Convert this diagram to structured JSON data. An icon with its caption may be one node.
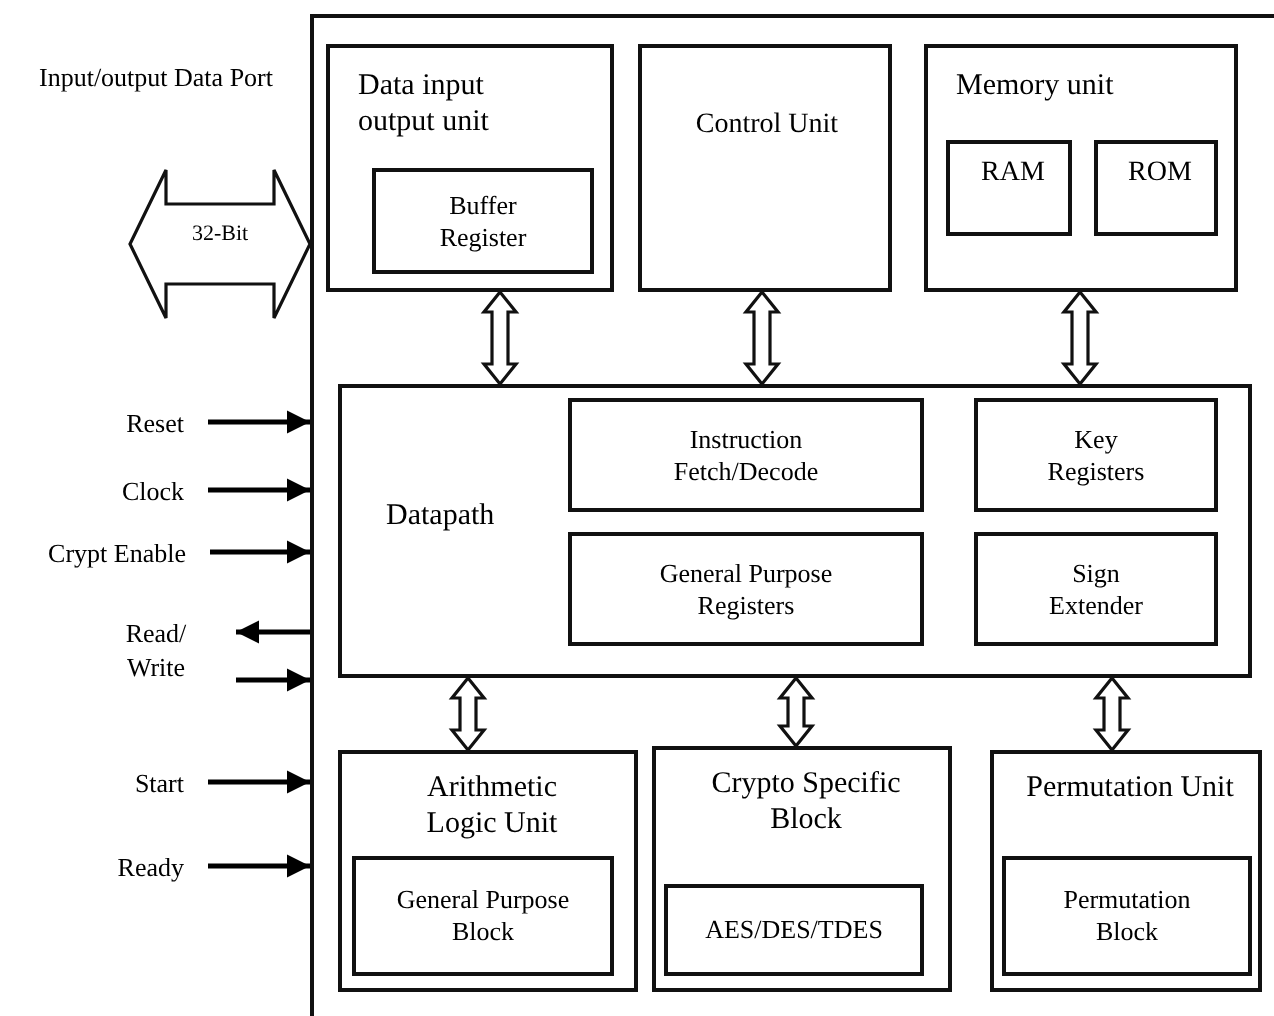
{
  "diagram": {
    "nodes": [
      {
        "text": [],
        "shape": "box"
      },
      {
        "text": [
          "Data input output unit"
        ],
        "in": 0
      },
      {
        "text": [
          "Buffer Register"
        ],
        "in": 1
      },
      {
        "text": [
          "Control Unit"
        ],
        "in": 0
      },
      {
        "text": [
          "Memory unit"
        ],
        "in": 0
      },
      {
        "text": [
          "RAM"
        ],
        "in": 4
      },
      {
        "text": [
          "ROM"
        ],
        "in": 4
      },
      {
        "text": [
          "Datapath"
        ],
        "in": 0
      },
      {
        "text": [
          "Instruction Fetch/Decode"
        ],
        "in": 7
      },
      {
        "text": [
          "Key Registers"
        ],
        "in": 7
      },
      {
        "text": [
          "General Purpose Registers"
        ],
        "in": 7
      },
      {
        "text": [
          "Sign Extender"
        ],
        "in": 7
      },
      {
        "text": [
          "Arithmetic Logic Unit"
        ],
        "in": 0
      },
      {
        "text": [
          "General Purpose Block"
        ],
        "in": 12
      },
      {
        "text": [
          "Crypto Specific Block"
        ],
        "in": 0
      },
      {
        "text": [
          "AES/DES/TDES"
        ],
        "in": 14
      },
      {
        "text": [
          "Permutation Unit"
        ],
        "in": 0
      },
      {
        "text": [
          "Permutation Block"
        ],
        "in": 16
      },
      {
        "text": [
          "Reset"
        ]
      },
      {
        "text": [
          "Clock"
        ]
      },
      {
        "text": [
          "Crypt Enable"
        ]
      },
      {
        "text": [
          "Read/ Write"
        ]
      },
      {
        "text": [
          "Start"
        ]
      },
      {
        "text": [
          "Ready"
        ]
      }
    ],
    "edges": [
      {
        "from": null,
        "to": 0,
        "arrow": "both",
        "label": "32-Bit",
        "style": "thick"
      },
      {
        "from": 1,
        "to": 7,
        "arrow": "both",
        "style": "thick"
      },
      {
        "from": 3,
        "to": 7,
        "arrow": "both",
        "style": "thick"
      },
      {
        "from": 4,
        "to": 7,
        "arrow": "both",
        "style": "thick"
      },
      {
        "from": 7,
        "to": 12,
        "arrow": "both",
        "style": "thick"
      },
      {
        "from": 7,
        "to": 14,
        "arrow": "both",
        "style": "thick"
      },
      {
        "from": 7,
        "to": 16,
        "arrow": "both",
        "style": "thick"
      },
      {
        "from": 18,
        "to": 0,
        "arrow": "to"
      },
      {
        "from": 19,
        "to": 0,
        "arrow": "to"
      },
      {
        "from": 20,
        "to": 0,
        "arrow": "to"
      },
      {
        "from": 0,
        "to": 21,
        "arrow": "to"
      },
      {
        "from": 21,
        "to": 0,
        "arrow": "to"
      },
      {
        "from": 22,
        "to": 0,
        "arrow": "to"
      },
      {
        "from": 23,
        "to": 0,
        "arrow": "to"
      }
    ],
    "labels": [
      "Input/output Data Port"
    ]
  }
}
